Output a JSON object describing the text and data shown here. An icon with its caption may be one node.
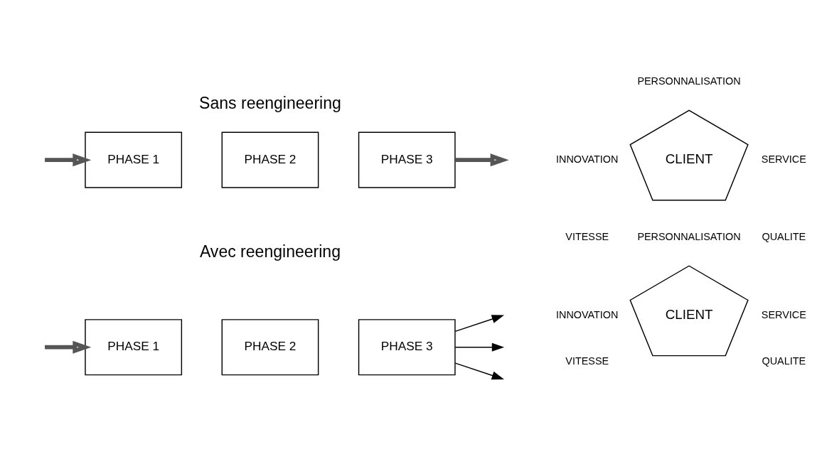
{
  "diagram": {
    "nodes": [
      {
        "text": [
          "PHASE 1"
        ]
      },
      {
        "text": [
          "PHASE 2"
        ]
      },
      {
        "text": [
          "PHASE 3"
        ]
      },
      {
        "text": [
          "CLIENT"
        ],
        "beside": [
          "PERSONNALISATION",
          "INNOVATION",
          "SERVICE",
          "VITESSE",
          "QUALITE"
        ]
      },
      {
        "text": [
          "PHASE 1"
        ]
      },
      {
        "text": [
          "PHASE 2"
        ]
      },
      {
        "text": [
          "PHASE 3"
        ]
      },
      {
        "text": [
          "CLIENT"
        ],
        "beside": [
          "PERSONNALISATION",
          "INNOVATION",
          "SERVICE",
          "VITESSE",
          "QUALITE"
        ]
      }
    ],
    "edges": [
      {
        "from": null,
        "to": 0,
        "arrow": "to",
        "style": "thick"
      },
      {
        "from": 2,
        "to": null,
        "arrow": "to",
        "style": "thick"
      },
      {
        "from": null,
        "to": 4,
        "arrow": "to",
        "style": "thick"
      },
      {
        "from": 6,
        "to": null,
        "arrow": "to"
      },
      {
        "from": 6,
        "to": null,
        "arrow": "to"
      },
      {
        "from": 6,
        "to": null,
        "arrow": "to"
      }
    ],
    "labels": [
      "Sans reengineering",
      "Avec reengineering"
    ]
  }
}
